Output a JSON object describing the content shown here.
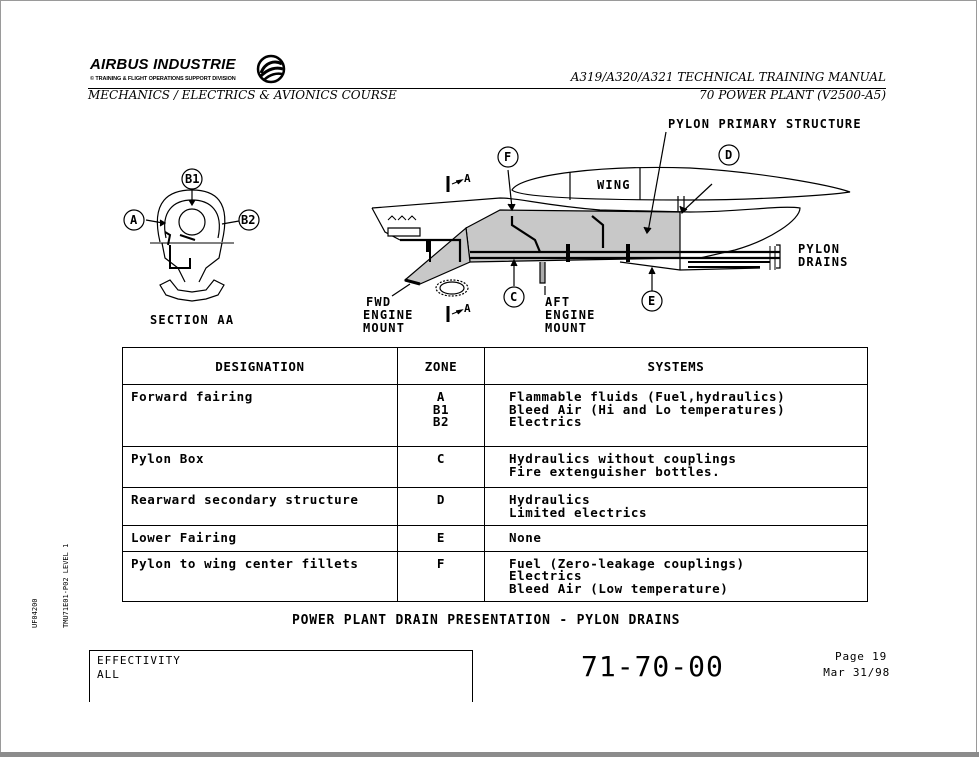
{
  "header": {
    "brand": "AIRBUS INDUSTRIE",
    "division": "© TRAINING & FLIGHT OPERATIONS SUPPORT DIVISION",
    "manual_title": "A319/A320/A321 TECHNICAL TRAINING MANUAL",
    "course": "MECHANICS / ELECTRICS & AVIONICS COURSE",
    "chapter": "70 POWER PLANT (V2500-A5)"
  },
  "diagram": {
    "section_label": "SECTION AA",
    "callout_a": "A",
    "callout_b1": "B1",
    "callout_b2": "B2",
    "callout_c": "C",
    "callout_d": "D",
    "callout_e": "E",
    "callout_f": "F",
    "wing": "WING",
    "pylon_primary_structure": "PYLON PRIMARY STRUCTURE",
    "pylon_drains": [
      "PYLON",
      "DRAINS"
    ],
    "fwd_engine_mount": [
      "FWD",
      "ENGINE",
      "MOUNT"
    ],
    "aft_engine_mount": [
      "AFT",
      "ENGINE",
      "MOUNT"
    ],
    "section_marker": "A"
  },
  "table": {
    "headers": [
      "DESIGNATION",
      "ZONE",
      "SYSTEMS"
    ],
    "rows": [
      {
        "designation": "Forward fairing",
        "zones": [
          "A",
          "B1",
          "B2"
        ],
        "systems": [
          "Flammable fluids (Fuel,hydraulics)",
          "Bleed Air (Hi and Lo temperatures)",
          "Electrics"
        ]
      },
      {
        "designation": "Pylon Box",
        "zones": [
          "C"
        ],
        "systems": [
          "Hydraulics without couplings",
          "Fire extenguisher bottles."
        ]
      },
      {
        "designation": "Rearward secondary structure",
        "zones": [
          "D"
        ],
        "systems": [
          "Hydraulics",
          "Limited electrics"
        ]
      },
      {
        "designation": "Lower Fairing",
        "zones": [
          "E"
        ],
        "systems": [
          "None"
        ]
      },
      {
        "designation": "Pylon to wing center fillets",
        "zones": [
          "F"
        ],
        "systems": [
          "Fuel (Zero-leakage couplings)",
          "Electrics",
          "Bleed Air (Low temperature)"
        ]
      }
    ]
  },
  "caption": "POWER PLANT DRAIN PRESENTATION - PYLON DRAINS",
  "footer": {
    "effectivity_label": "EFFECTIVITY",
    "effectivity_value": "ALL",
    "ata": "71-70-00",
    "page": "Page 19",
    "date": "Mar 31/98",
    "side_ref": "TMU71E01-P02 LEVEL 1",
    "side_code": "UF04200"
  }
}
